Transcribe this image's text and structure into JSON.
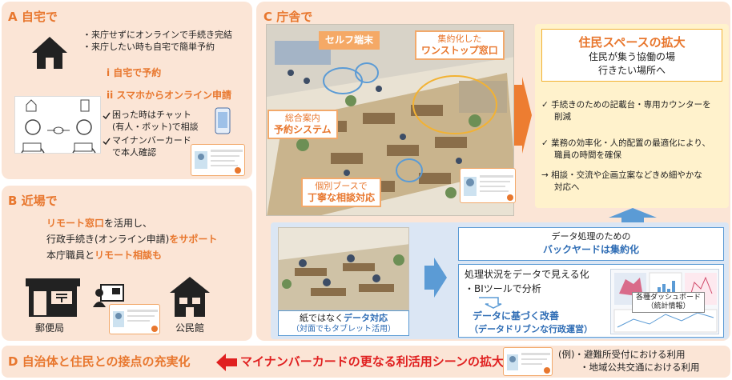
{
  "panel_a": {
    "title": "A 自宅で",
    "bullets": [
      "・来庁せずにオンラインで手続き完結",
      "・来庁したい時も自宅で簡単予約"
    ],
    "item_i": "i 自宅で予約",
    "item_ii": "ii スマホからオンライン申請",
    "check_items": [
      "困った時はチャット",
      "(有人・ボット)で相談",
      "マイナンバーカード",
      "で本人確認"
    ]
  },
  "panel_b": {
    "title": "B 近場で",
    "lines": [
      {
        "pre": "",
        "hl": "リモート窓口",
        "post": "を活用し、"
      },
      {
        "pre": "行政手続き(オンライン申請)",
        "hl": "をサポート",
        "post": ""
      },
      {
        "pre": "本庁職員と",
        "hl": "リモート相談も",
        "post": ""
      }
    ],
    "post_office": "郵便局",
    "community_hall": "公民館"
  },
  "panel_c": {
    "title": "C 庁舎で",
    "self_terminal": "セルフ端末",
    "onestop_1": "集約化した",
    "onestop_2": "ワンストップ窓口",
    "guide_1": "総合案内",
    "guide_2": "予約システム",
    "booth_1": "個別ブースで",
    "booth_2": "丁寧な相談対応",
    "paper_1_pre": "紙ではなく",
    "paper_1_hl": "データ対応",
    "paper_2": "（対面でもタブレット活用）"
  },
  "resident_space": {
    "title": "住民スペースの拡大",
    "sub_1": "住民が集う協働の場",
    "sub_2": "行きたい場所へ",
    "checks": [
      [
        "手続きのための記載台・専用カウンターを",
        "削減"
      ],
      [
        "業務の効率化・人的配置の最適化により、",
        "職員の時間を確保"
      ]
    ],
    "arrow_item": [
      "→ 相談・交流や企画立案などきめ細やかな",
      "対応へ"
    ]
  },
  "backyard": {
    "title_1": "データ処理のための",
    "title_2": "バックヤードは集約化",
    "line_1": "処理状況をデータで見える化",
    "line_2": "・BIツールで分析",
    "improve_1": "データに基づく改善",
    "improve_2": "（データドリブンな行政運営）",
    "dashboard_1": "各種ダッシュボード",
    "dashboard_2": "（統計情報）"
  },
  "panel_d": {
    "title": "D 自治体と住民との接点の充実化",
    "banner": "マイナンバーカードの更なる利活用シーンの拡大",
    "examples": [
      "(例)・避難所受付における利用",
      "・地域公共交通における利用"
    ]
  },
  "colors": {
    "accent": "#e8772e",
    "panel_bg": "#fbe5d6",
    "blue": "#5b9bd5",
    "yellow": "#fff2cc",
    "red": "#e02020"
  }
}
